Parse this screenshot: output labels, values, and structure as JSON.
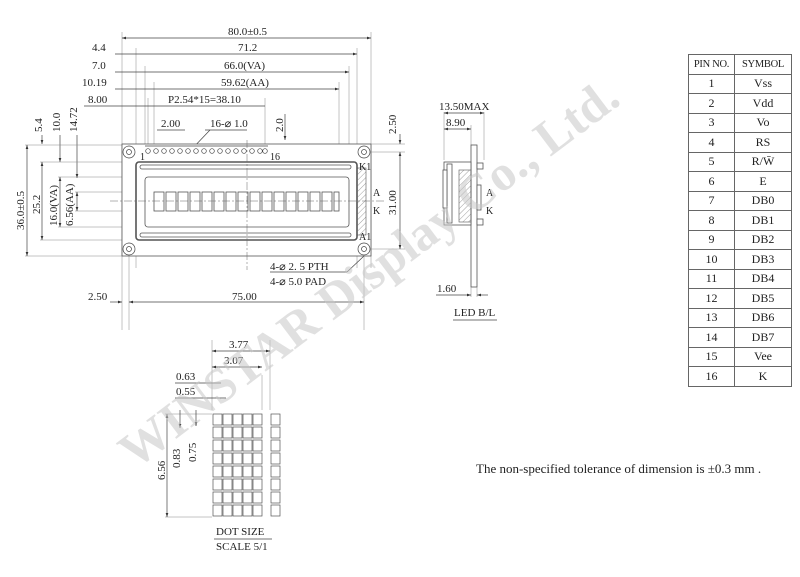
{
  "front_view": {
    "dims_top": {
      "overall_width": "80.0±0.5",
      "pcb_hole_span": "71.2",
      "viewing_area": "66.0(VA)",
      "active_area": "59.62(AA)",
      "pin_pitch": "P2.54*15=38.10",
      "offset_4_4": "4.4",
      "offset_7_0": "7.0",
      "offset_10_19": "10.19",
      "offset_8_00": "8.00",
      "pin_spacing": "2.00",
      "pin_holes": "16-⌀ 1.0",
      "pin_offset_y": "2.0",
      "hole_offset_y": "2.50"
    },
    "dims_left": {
      "d5_4": "5.4",
      "d10_0": "10.0",
      "d14_72": "14.72",
      "overall_height": "36.0±0.5",
      "bezel_height": "25.2",
      "va_height": "16.0(VA)",
      "aa_height": "6.56(AA)"
    },
    "dims_right": {
      "hole_span_y": "31.00"
    },
    "dims_bottom": {
      "left_offset": "2.50",
      "hole_span_x": "75.00"
    },
    "labels": {
      "pin1": "1",
      "pin16": "16",
      "k1": "K1",
      "a1": "A1",
      "a": "A",
      "k": "K",
      "pth": "4-⌀ 2. 5 PTH",
      "pad": "4-⌀ 5.0 PAD"
    },
    "char_cells": 16
  },
  "side_view": {
    "max_thickness": "13.50MAX",
    "body_depth": "8.90",
    "pcb_thickness": "1.60",
    "a": "A",
    "k": "K",
    "caption": "LED B/L"
  },
  "dot_detail": {
    "char_width": "3.77",
    "dot_block_width": "3.07",
    "dot_pitch_x": "0.63",
    "dot_width": "0.55",
    "char_height": "6.56",
    "dot_pitch_y": "0.83",
    "dot_height": "0.75",
    "caption1": "DOT SIZE",
    "caption2": "SCALE 5/1"
  },
  "pin_table": {
    "headers": [
      "PIN NO.",
      "SYMBOL"
    ],
    "rows": [
      [
        "1",
        "Vss"
      ],
      [
        "2",
        "Vdd"
      ],
      [
        "3",
        "Vo"
      ],
      [
        "4",
        "RS"
      ],
      [
        "5",
        "R/W̄"
      ],
      [
        "6",
        "E"
      ],
      [
        "7",
        "DB0"
      ],
      [
        "8",
        "DB1"
      ],
      [
        "9",
        "DB2"
      ],
      [
        "10",
        "DB3"
      ],
      [
        "11",
        "DB4"
      ],
      [
        "12",
        "DB5"
      ],
      [
        "13",
        "DB6"
      ],
      [
        "14",
        "DB7"
      ],
      [
        "15",
        "Vee"
      ],
      [
        "16",
        "K"
      ]
    ]
  },
  "tolerance_note": "The non-specified tolerance of dimension is ±0.3 mm .",
  "watermark": "WINSTAR Display Co., Ltd."
}
